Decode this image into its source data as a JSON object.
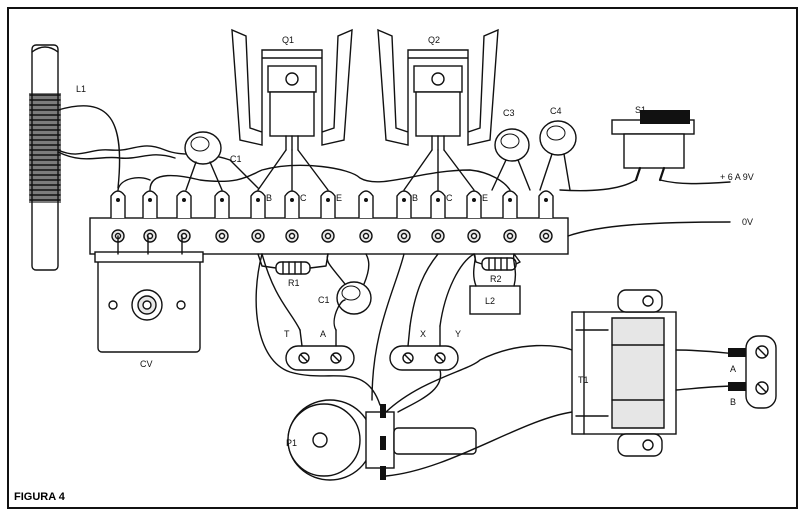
{
  "figure": {
    "caption": "FIGURA 4"
  },
  "components": {
    "L1": "L1",
    "Q1": "Q1",
    "Q2": "Q2",
    "C1_top": "C1",
    "C1_bottom": "C1",
    "C3": "C3",
    "C4": "C4",
    "S1": "S1",
    "R1": "R1",
    "R2": "R2",
    "L2": "L2",
    "CV": "CV",
    "P1": "P1",
    "T1": "T1"
  },
  "pins": {
    "q1_b": "B",
    "q1_c": "C",
    "q1_e": "E",
    "q2_b": "B",
    "q2_c": "C",
    "q2_e": "E",
    "t": "T",
    "a_left": "A",
    "x": "X",
    "y": "Y",
    "a_right": "A",
    "b_right": "B"
  },
  "supply": {
    "positive": "+ 6 A 9V",
    "ground": "0V"
  }
}
